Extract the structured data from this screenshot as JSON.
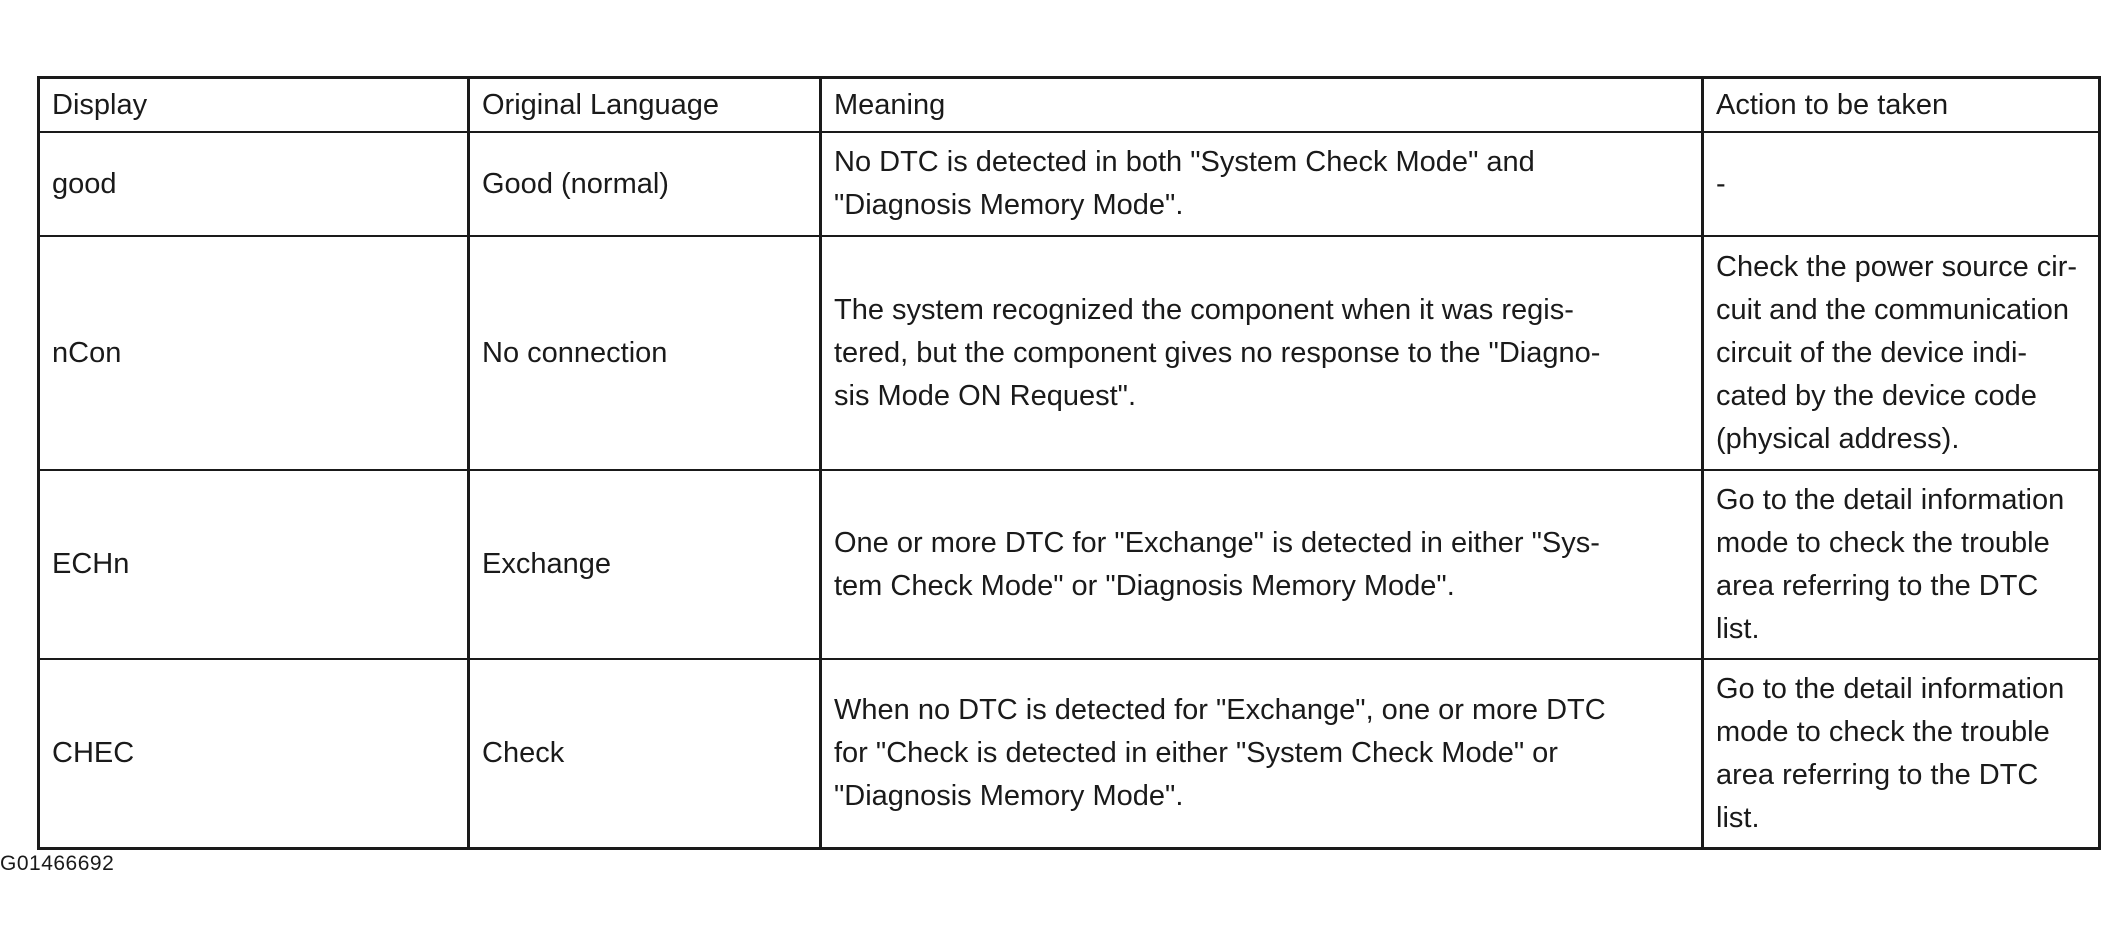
{
  "table": {
    "headers": {
      "display": "Display",
      "original_language": "Original Language",
      "meaning": "Meaning",
      "action": "Action to be taken"
    },
    "rows": [
      {
        "display": "good",
        "original_language": "Good (normal)",
        "meaning": "No DTC is detected in both \"System Check Mode\" and\n\"Diagnosis Memory Mode\".",
        "action": "-"
      },
      {
        "display": "nCon",
        "original_language": "No connection",
        "meaning": "The system recognized the component when it was regis-\ntered, but the component gives no response to the \"Diagno-\nsis Mode ON Request\".",
        "action": "Check the power source cir-\ncuit and the communication\ncircuit of the device indi-\ncated by the device code\n(physical address)."
      },
      {
        "display": "ECHn",
        "original_language": "Exchange",
        "meaning": "One or more DTC for \"Exchange\" is detected in either \"Sys-\ntem Check Mode\" or \"Diagnosis Memory Mode\".",
        "action": "Go to the detail information\nmode to check the trouble\narea referring to the DTC\nlist."
      },
      {
        "display": "CHEC",
        "original_language": "Check",
        "meaning": "When no DTC is detected for \"Exchange\", one or more DTC\nfor \"Check is detected in either \"System Check Mode\" or\n\"Diagnosis Memory Mode\".",
        "action": "Go to the detail information\nmode to check the trouble\narea referring to the DTC\nlist."
      }
    ]
  },
  "figure_id": "G01466692"
}
